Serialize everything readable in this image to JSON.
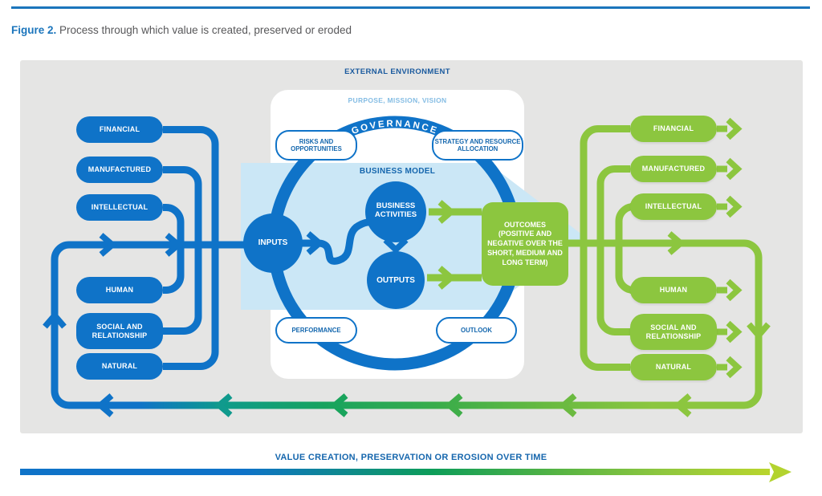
{
  "header": {
    "figure_label": "Figure 2.",
    "title": " Process through which value is created, preserved or eroded"
  },
  "diagram": {
    "external_environment": "EXTERNAL ENVIRONMENT",
    "purpose": "PURPOSE, MISSION, VISION",
    "governance": "GOVERNANCE",
    "business_model": "BUSINESS MODEL",
    "pills": {
      "risks": "RISKS AND OPPORTUNITIES",
      "strategy": "STRATEGY AND RESOURCE ALLOCATION",
      "performance": "PERFORMANCE",
      "outlook": "OUTLOOK"
    },
    "nodes": {
      "inputs": "INPUTS",
      "business_activities": "BUSINESS ACTIVITIES",
      "outputs": "OUTPUTS",
      "outcomes": "OUTCOMES (POSITIVE AND NEGATIVE OVER THE SHORT, MEDIUM AND LONG TERM)"
    },
    "capitals_left": [
      "FINANCIAL",
      "MANUFACTURED",
      "INTELLECTUAL",
      "HUMAN",
      "SOCIAL AND RELATIONSHIP",
      "NATURAL"
    ],
    "capitals_right": [
      "FINANCIAL",
      "MANUFACTURED",
      "INTELLECTUAL",
      "HUMAN",
      "SOCIAL AND RELATIONSHIP",
      "NATURAL"
    ],
    "footer": "VALUE CREATION, PRESERVATION OR EROSION OVER TIME"
  },
  "colors": {
    "blue": "#0f73c8",
    "green": "#8cc63f",
    "navy_text": "#1a5a9e",
    "band_blue": "#cbe7f6",
    "panel_gray": "#e5e5e4",
    "light_blue_text": "#85bde4"
  }
}
